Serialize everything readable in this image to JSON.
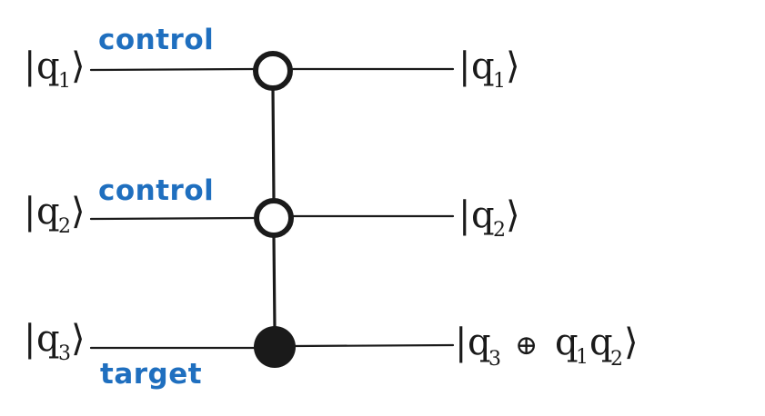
{
  "colors": {
    "ink": "#1a1a1a",
    "label": "#1f6fbf"
  },
  "inputs": [
    {
      "letter": "q",
      "index": "1"
    },
    {
      "letter": "q",
      "index": "2"
    },
    {
      "letter": "q",
      "index": "3"
    }
  ],
  "roles": {
    "qubit1": "control",
    "qubit2": "control",
    "qubit3": "target"
  },
  "outputs": {
    "q1": {
      "letter": "q",
      "index": "1"
    },
    "q2": {
      "letter": "q",
      "index": "2"
    },
    "q3": {
      "letter": "q",
      "index": "3",
      "xor": "⊕",
      "factor1_letter": "q",
      "factor1_index": "1",
      "factor2_letter": "q",
      "factor2_index": "2"
    }
  },
  "ket": {
    "open": "|",
    "close": "⟩"
  }
}
